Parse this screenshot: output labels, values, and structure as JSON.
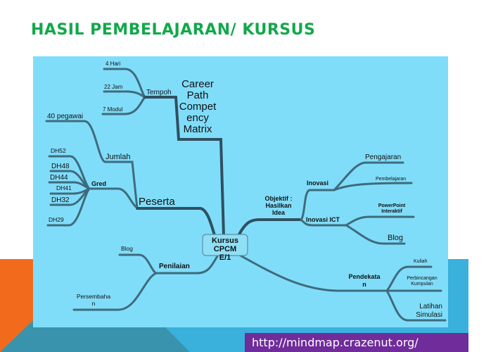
{
  "slide": {
    "title": "HASIL PEMBELAJARAN/ KURSUS",
    "footer_url": "http://mindmap.crazenut.org/"
  },
  "colors": {
    "title": "#12a84a",
    "map_bg": "#80ddfa",
    "orange": "#f26b1d",
    "purple": "#6f2c9a",
    "band": "#3ab0dc"
  },
  "mindmap": {
    "center": [
      "Kursus",
      "CPCM",
      "E/1"
    ],
    "career": [
      "Career",
      "Path",
      "Compet",
      "ency",
      "Matrix"
    ],
    "tempoh": {
      "label": "Tempoh",
      "items": [
        "4 Hari",
        "22 Jam",
        "7 Modul"
      ]
    },
    "peserta": {
      "label": "Peserta",
      "jumlah": "Jumlah",
      "jumlah_value": "40 pegawai",
      "gred": "Gred",
      "gred_items": [
        "DH52",
        "DH48",
        "DH44",
        "DH41",
        "DH32",
        "DH29"
      ]
    },
    "objektif": {
      "label": [
        "Objektif  :",
        "Hasilkan",
        "Idea"
      ],
      "inovasi": "Inovasi",
      "inovasi_items": [
        "Pengajaran",
        "Pembelajaran"
      ],
      "inovasi_ict": "Inovasi ICT",
      "ict_items": [
        [
          "PowerPoint",
          "Interaktif"
        ],
        "Blog"
      ]
    },
    "pendekatan": {
      "label": [
        "Pendekata",
        "n"
      ],
      "items": [
        "Kuliah",
        [
          "Perbincangan",
          "Kumpulan"
        ],
        [
          "Latihan",
          "Simulasi"
        ]
      ]
    },
    "penilaian": {
      "label": "Penilaian",
      "items": [
        "Blog",
        [
          "Persembaha",
          "n"
        ]
      ]
    }
  }
}
